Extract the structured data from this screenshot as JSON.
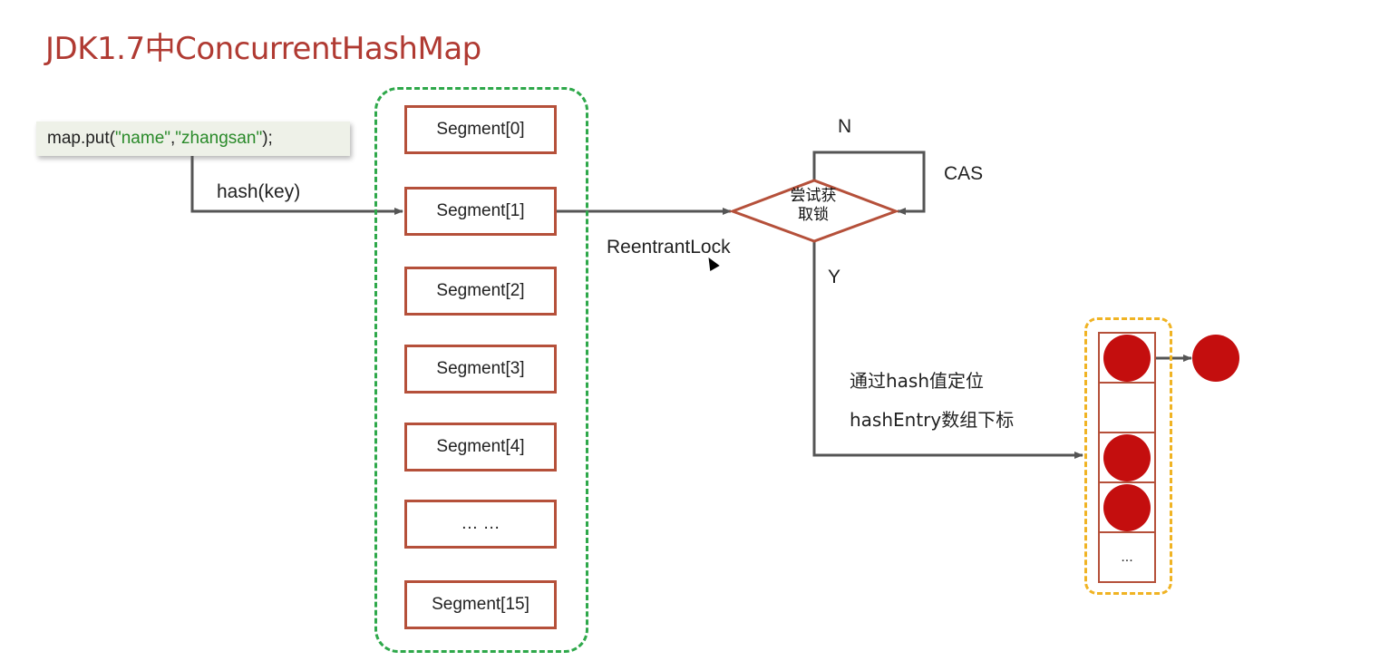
{
  "title": "JDK1.7中ConcurrentHashMap",
  "code": {
    "prefix": "map.put(",
    "arg1": "\"name\"",
    "comma": ",",
    "arg2": "\"zhangsan\"",
    "suffix": ");"
  },
  "hash_label": "hash(key)",
  "segments": [
    "Segment[0]",
    "Segment[1]",
    "Segment[2]",
    "Segment[3]",
    "Segment[4]",
    "… …",
    "Segment[15]"
  ],
  "lock_label": "ReentrantLock",
  "decision": {
    "line1": "尝试获",
    "line2": "取锁"
  },
  "no_label": "N",
  "cas_label": "CAS",
  "yes_label": "Y",
  "locate": {
    "line1": "通过hash值定位",
    "line2": "hashEntry数组下标"
  },
  "bucket_last": "...",
  "colors": {
    "title": "#b03a32",
    "segment_border": "#b5503a",
    "segment_group": "#2ea84a",
    "bucket_group": "#f0b323",
    "node": "#c40e0e",
    "line": "#555555"
  }
}
